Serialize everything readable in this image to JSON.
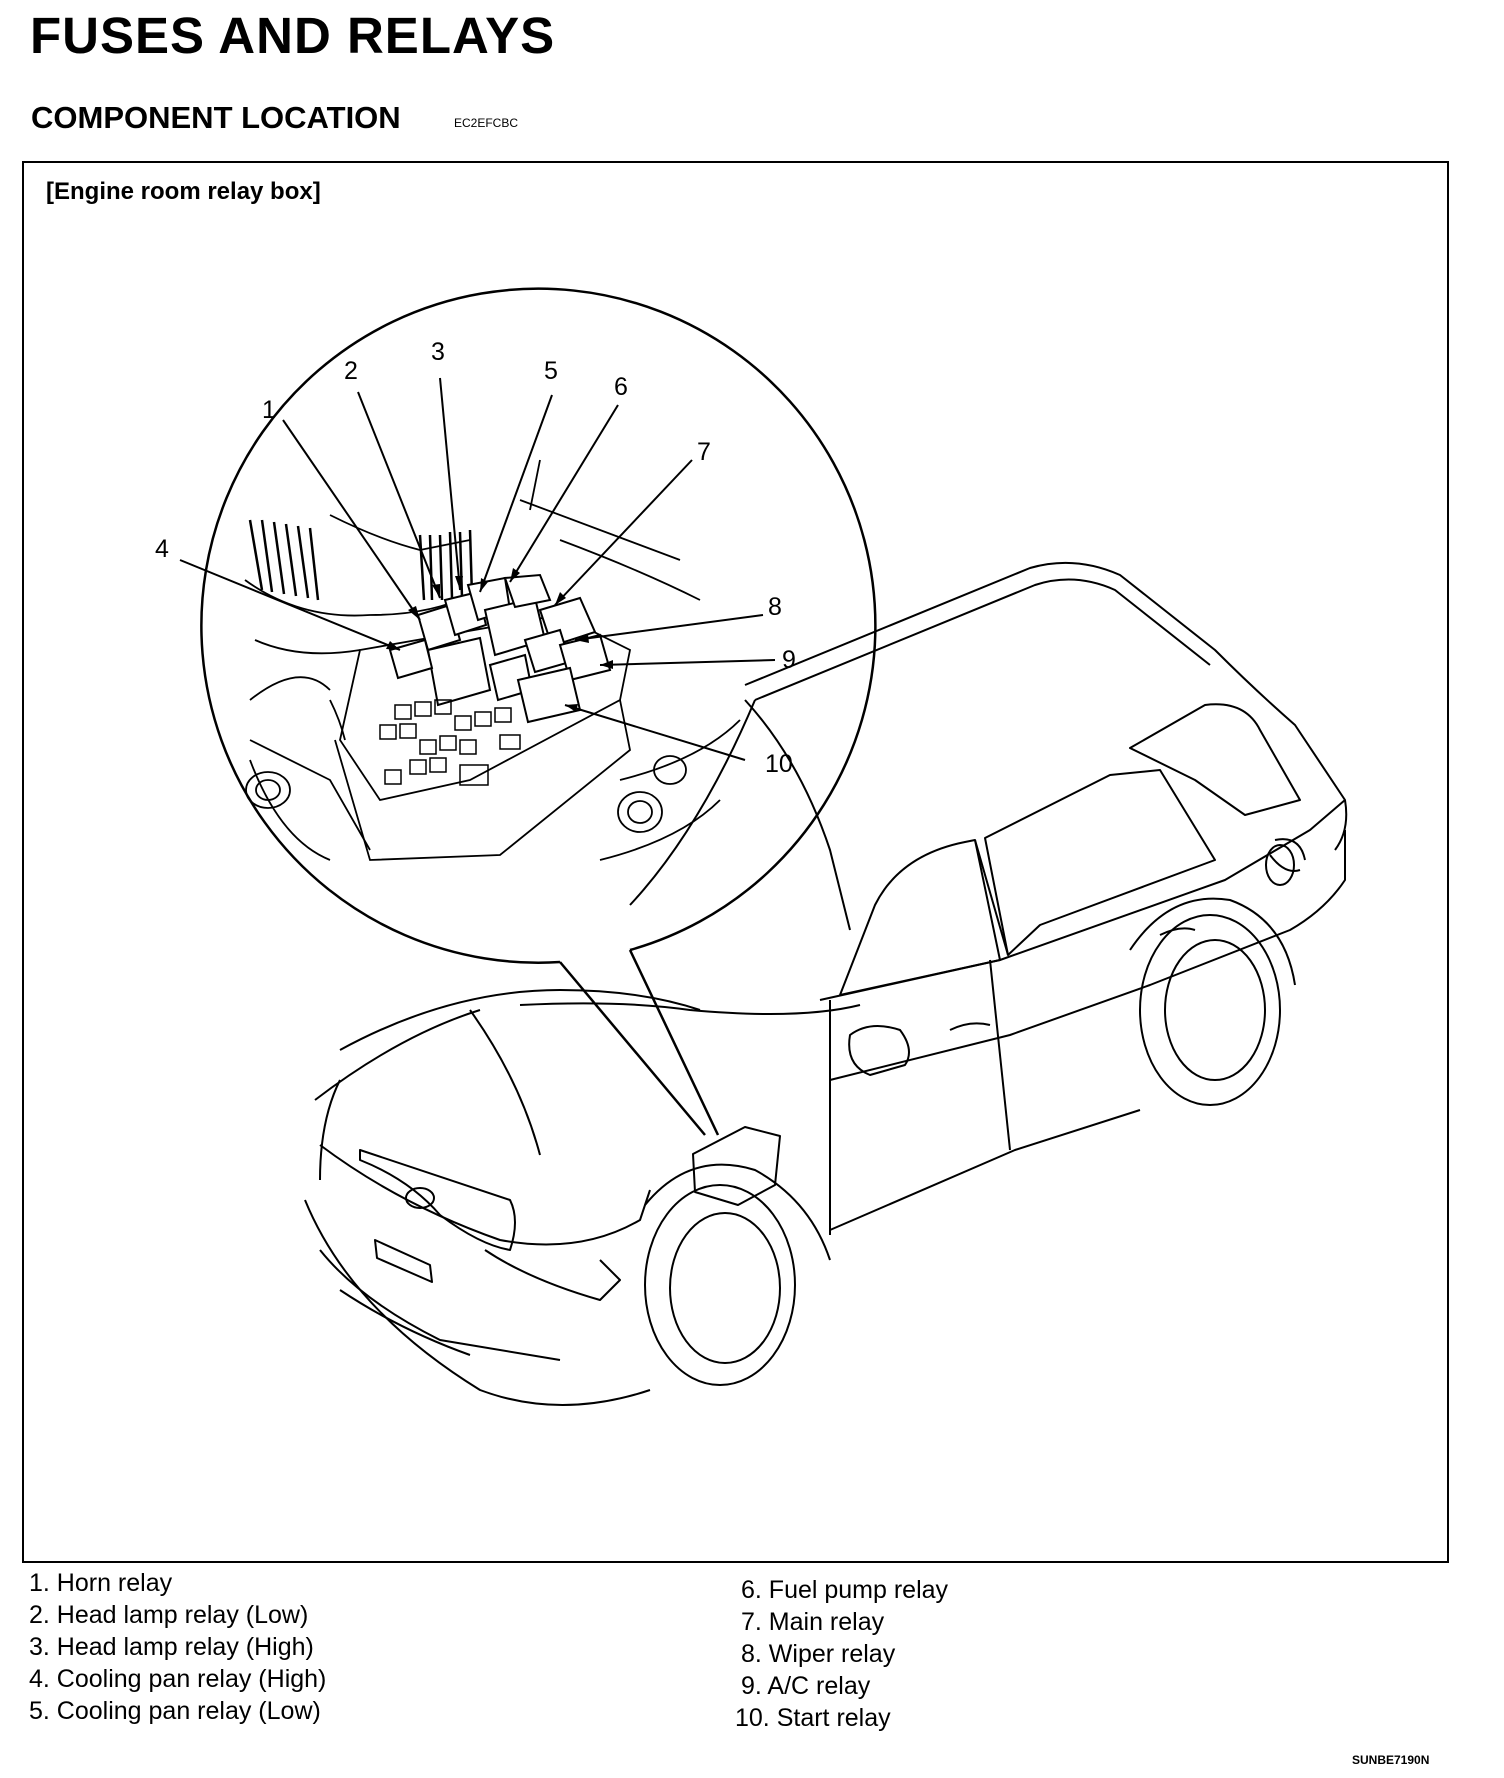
{
  "header": {
    "title": "FUSES AND RELAYS",
    "section": "COMPONENT LOCATION",
    "section_code": "EC2EFCBC"
  },
  "figure": {
    "caption": "[Engine room relay box]",
    "callouts": [
      "1",
      "2",
      "3",
      "4",
      "5",
      "6",
      "7",
      "8",
      "9",
      "10"
    ],
    "figure_code": "SUNBE7190N"
  },
  "legend": {
    "left": [
      "1. Horn relay",
      "2. Head lamp relay (Low)",
      "3. Head lamp relay (High)",
      "4. Cooling pan relay (High)",
      "5. Cooling pan relay (Low)"
    ],
    "right": [
      "6. Fuel pump relay",
      "7. Main relay",
      "8. Wiper relay",
      "9. A/C relay",
      "10. Start relay"
    ]
  }
}
